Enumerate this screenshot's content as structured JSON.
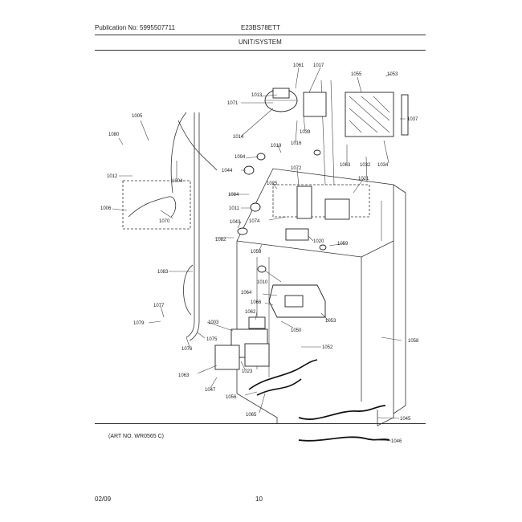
{
  "header": {
    "publication": "Publication No: 5995507711",
    "model": "E23BS78ETT",
    "section": "UNIT/SYSTEM"
  },
  "footer": {
    "art_number": "(ART NO. WR0565 C)",
    "date": "02/09",
    "page": "10"
  },
  "callouts": {
    "c1061": "1061",
    "c1017": "1017",
    "c1055": "1055",
    "c1053a": "1053",
    "c1071": "1071",
    "c1013": "1013",
    "c1005": "1005",
    "c1037": "1037",
    "c1080": "1080",
    "c1014": "1014",
    "c1039": "1039",
    "c1016": "1016",
    "c1019": "1019",
    "c1063a": "1063",
    "c1032": "1032",
    "c1034": "1034",
    "c1094": "1094",
    "c1012": "1012",
    "c1004": "1004",
    "c1044": "1044",
    "c1072": "1072",
    "c1021": "1021",
    "c1025": "1025",
    "c1084": "1084",
    "c1006": "1006",
    "c1011": "1011",
    "c1070": "1070",
    "c1043": "1043",
    "c1074": "1074",
    "c1082": "1082",
    "c1020": "1020",
    "c1059a": "1059",
    "c1059b": "1059",
    "c1083": "1083",
    "c1010": "1010",
    "c1064": "1064",
    "c1066": "1066",
    "c1053b": "1053",
    "c1077": "1077",
    "c1062": "1062",
    "c1079": "1079",
    "c1003": "1003",
    "c1050": "1050",
    "c1075": "1075",
    "c1076": "1076",
    "c1052": "1052",
    "c1058": "1058",
    "c1063b": "1063",
    "c1023": "1023",
    "c1047": "1047",
    "c1056": "1056",
    "c1065": "1065",
    "c1045": "1045",
    "c1046": "1046"
  }
}
